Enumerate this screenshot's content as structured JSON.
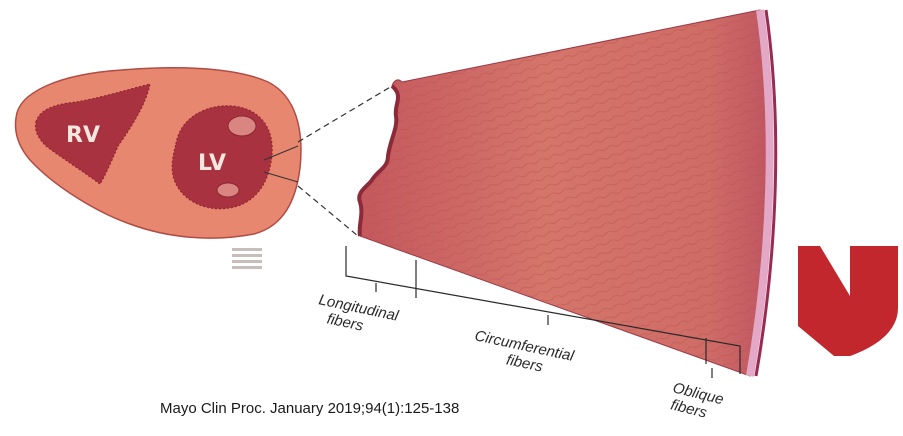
{
  "heart": {
    "rv_label": "RV",
    "lv_label": "LV"
  },
  "fiber_layers": [
    {
      "line1": "Longitudinal",
      "line2": "fibers"
    },
    {
      "line1": "Circumferential",
      "line2": "fibers"
    },
    {
      "line1": "Oblique",
      "line2": "fibers"
    }
  ],
  "citation": "Mayo Clin Proc. January 2019;94(1):125-138",
  "colors": {
    "myocardium": "#e8876f",
    "chamber": "#a8323f",
    "wall_section": "#cc6660",
    "epicardium": "#9a2b50",
    "logo": "#c2272d"
  }
}
